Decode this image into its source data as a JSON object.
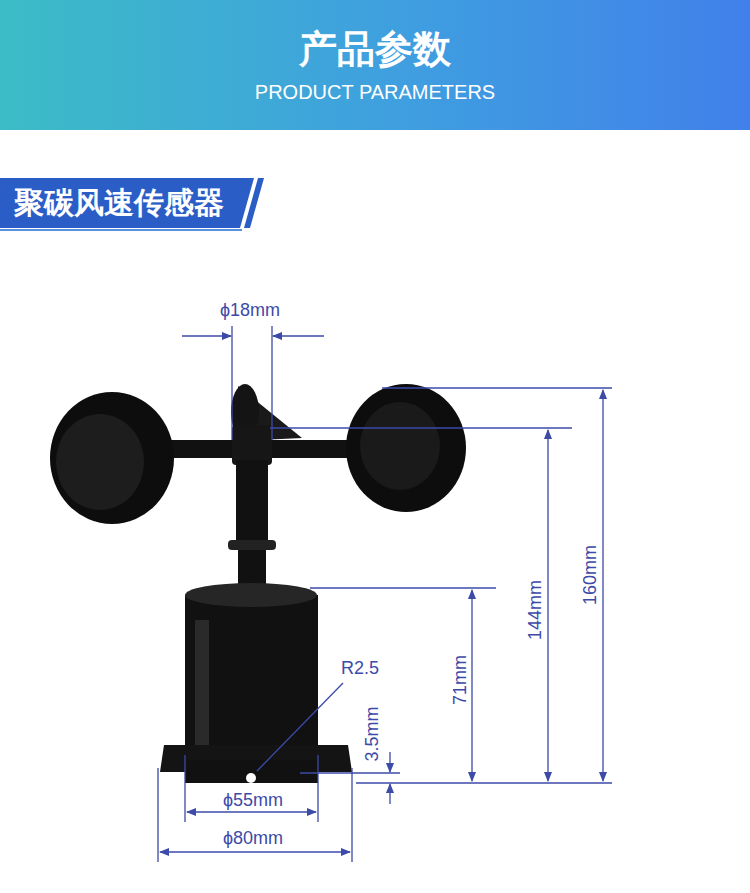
{
  "diagram": {
    "nodes": [
      {
        "text": [
          "产品参数",
          "PRODUCT PARAMETERS"
        ]
      },
      {
        "text": [
          "聚碳风速传感器"
        ]
      }
    ],
    "labels": [
      "ϕ18mm",
      "160mm",
      "144mm",
      "71mm",
      "R2.5",
      "3.5mm",
      "ϕ55mm",
      "ϕ80mm"
    ]
  }
}
